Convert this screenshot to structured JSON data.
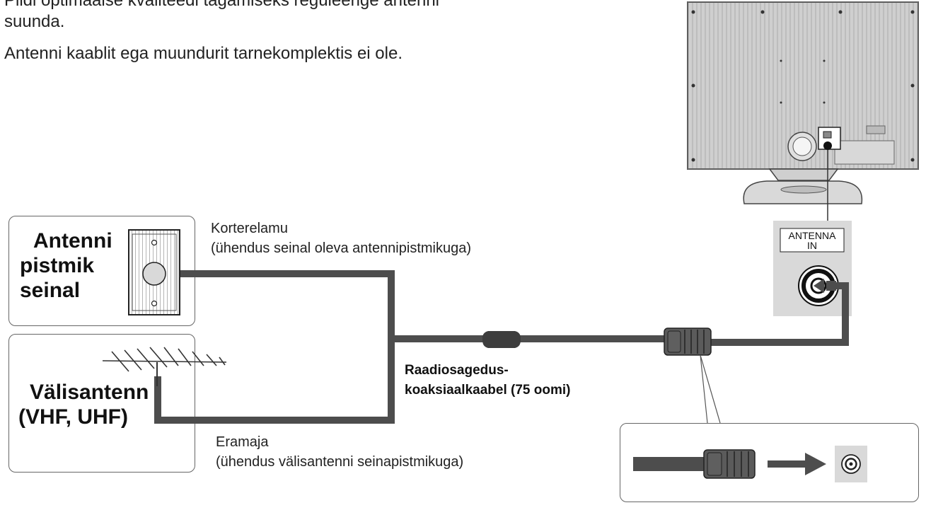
{
  "intro": {
    "line1": "Pildi optimaalse kvaliteedi tagamiseks reguleerige antenni",
    "line2": "suunda.",
    "line3": "Antenni kaablit ega muundurit tarnekomplektis ei ole."
  },
  "wall_socket": {
    "label_line1": "Antenni",
    "label_line2": "pistmik",
    "label_line3": "seinal",
    "caption_line1": "Korterelamu",
    "caption_line2": "(ühendus seinal oleva antennipistmikuga)"
  },
  "outdoor_antenna": {
    "label_line1": "Välisantenn",
    "label_line2": "(VHF, UHF)",
    "caption_line1": "Eramaja",
    "caption_line2": "(ühendus välisantenni seinapistmikuga)"
  },
  "cable": {
    "label_line1": "Raadiosagedus-",
    "label_line2": "koaksiaalkaabel (75 oomi)"
  },
  "tv_port": {
    "label_line1": "ANTENNA",
    "label_line2": "IN"
  },
  "colors": {
    "cable": "#4d4d4d",
    "panel": "#d9d9d9",
    "tv_body": "#c8c8c8"
  }
}
